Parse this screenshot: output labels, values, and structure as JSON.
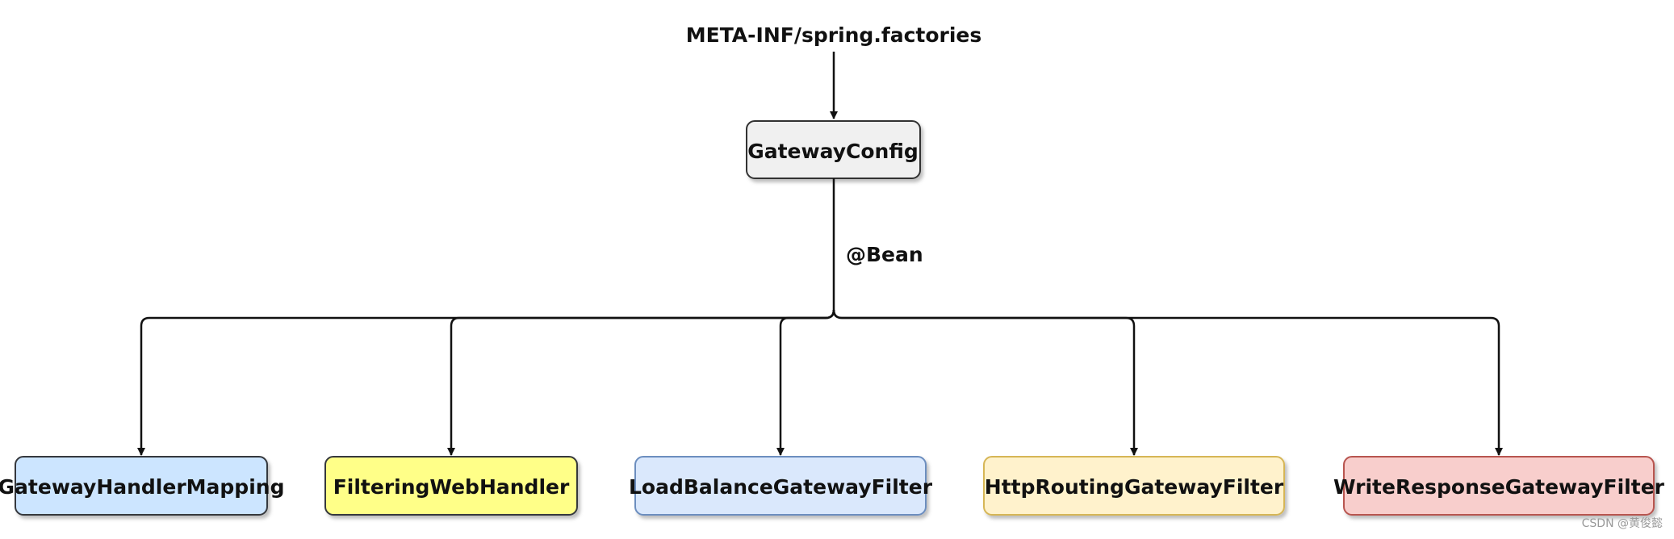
{
  "source": {
    "label": "META-INF/spring.factories"
  },
  "config_node": {
    "label": "GatewayConfig",
    "fill": "#f0f0f0",
    "stroke": "#333333"
  },
  "edge_label": "@Bean",
  "beans": [
    {
      "label": "GatewayHandlerMapping",
      "fill": "#cce5ff",
      "stroke": "#36393d"
    },
    {
      "label": "FilteringWebHandler",
      "fill": "#ffff88",
      "stroke": "#36393d"
    },
    {
      "label": "LoadBalanceGatewayFilter",
      "fill": "#dae8fc",
      "stroke": "#6c8ebf"
    },
    {
      "label": "HttpRoutingGatewayFilter",
      "fill": "#fff2cc",
      "stroke": "#d6b656"
    },
    {
      "label": "WriteResponseGatewayFilter",
      "fill": "#f8cecc",
      "stroke": "#b85450"
    }
  ],
  "watermark": "CSDN @黄俊懿"
}
